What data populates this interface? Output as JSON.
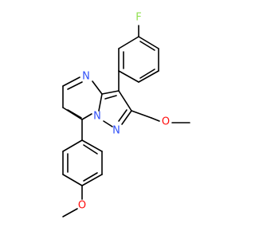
{
  "molecule": {
    "atoms": {
      "fluorine": {
        "text": "F",
        "color": "#90e050"
      },
      "nitrogen_ring_top": {
        "text": "N",
        "color": "#3050f8"
      },
      "nitrogen_bridge": {
        "text": "N",
        "color": "#3050f8"
      },
      "nitrogen_pyrazole": {
        "text": "N",
        "color": "#3050f8"
      },
      "oxygen_methoxymethyl": {
        "text": "O",
        "color": "#ff0d0d"
      },
      "oxygen_anisole": {
        "text": "O",
        "color": "#ff0d0d"
      }
    },
    "bond_color": "#000000"
  }
}
